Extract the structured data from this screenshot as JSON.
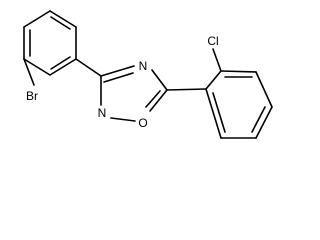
{
  "molecule": {
    "atom_labels": {
      "bromine": "Br",
      "chlorine": "Cl",
      "ring_nitrogen_top": "N",
      "ring_nitrogen_bottom": "N",
      "ring_oxygen": "O"
    }
  },
  "colors": {
    "bonds": "#000000",
    "labels": "#000000",
    "background": "#ffffff"
  }
}
